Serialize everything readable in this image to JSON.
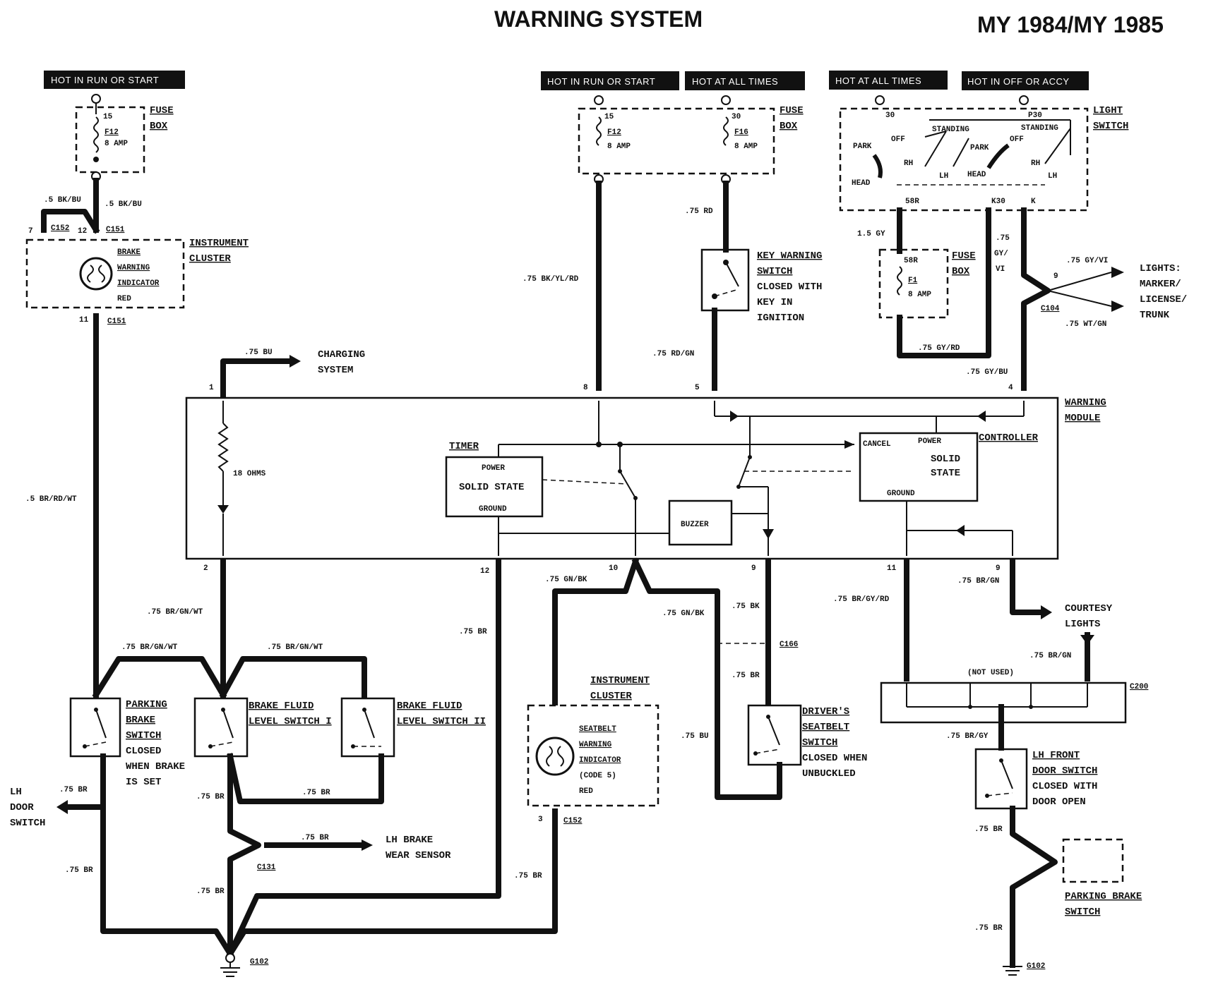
{
  "title": "WARNING SYSTEM",
  "model_year": "MY 1984/MY 1985",
  "power_headers": {
    "left": "HOT IN RUN OR START",
    "mid1": "HOT IN RUN OR START",
    "mid2": "HOT AT ALL TIMES",
    "right1": "HOT AT ALL TIMES",
    "right2": "HOT IN OFF OR ACCY"
  },
  "fuse_box_left": {
    "label1": "FUSE",
    "label2": "BOX",
    "terminal": "15",
    "fuse": "F12",
    "amp": "8 AMP"
  },
  "fuse_box_mid": {
    "label1": "FUSE",
    "label2": "BOX",
    "t1": "15",
    "f1": "F12",
    "a1": "8 AMP",
    "t2": "30",
    "f2": "F16",
    "a2": "8 AMP"
  },
  "light_switch": {
    "label1": "LIGHT",
    "label2": "SWITCH",
    "t30": "30",
    "p30": "P30",
    "park1": "PARK",
    "off1": "OFF",
    "head1": "HEAD",
    "rh1": "RH",
    "lh1": "LH",
    "standing1": "STANDING",
    "park2": "PARK",
    "off2": "OFF",
    "head2": "HEAD",
    "rh2": "RH",
    "lh2": "LH",
    "standing2": "STANDING",
    "t58r": "58R",
    "t30b": "K30",
    "tk": "K"
  },
  "fuse_box_right": {
    "label1": "FUSE",
    "label2": "BOX",
    "terminal": "58R",
    "fuse": "F1",
    "amp": "8 AMP"
  },
  "instrument_cluster_top": {
    "label1": "INSTRUMENT",
    "label2": "CLUSTER",
    "ind1": "BRAKE",
    "ind2": "WARNING",
    "ind3": "INDICATOR",
    "color": "RED"
  },
  "key_warning": {
    "l1": "KEY WARNING",
    "l2": "SWITCH",
    "l3": "CLOSED WITH",
    "l4": "KEY IN",
    "l5": "IGNITION"
  },
  "charging": {
    "l1": "CHARGING",
    "l2": "SYSTEM"
  },
  "lights_marker": {
    "l1": "LIGHTS:",
    "l2": "MARKER/",
    "l3": "LICENSE/",
    "l4": "TRUNK"
  },
  "module": {
    "label1": "WARNING",
    "label2": "MODULE",
    "timer": "TIMER",
    "t_power": "POWER",
    "t_ss": "SOLID STATE",
    "t_ground": "GROUND",
    "controller": "CONTROLLER",
    "c_cancel": "CANCEL",
    "c_power": "POWER",
    "c_solid": "SOLID",
    "c_state": "STATE",
    "c_ground": "GROUND",
    "buzzer": "BUZZER",
    "resistor": "18 OHMS"
  },
  "pins": {
    "p1": "1",
    "p2": "2",
    "p4": "4",
    "p5": "5",
    "p8": "8",
    "p9a": "9",
    "p9b": "9",
    "p10": "10",
    "p11": "11",
    "p12": "12",
    "p9c": "9",
    "p3": "3",
    "p7": "7",
    "p12b": "12",
    "p11b": "11"
  },
  "connectors": {
    "c151a": "C151",
    "c152a": "C152",
    "c151b": "C151",
    "c104": "C104",
    "c166": "C166",
    "c152b": "C152",
    "c131": "C131",
    "c200": "C200",
    "g102a": "G102",
    "g102b": "G102"
  },
  "wires": {
    "w1": ".5 BK/BU",
    "w2": ".5 BK/BU",
    "w3": ".5 BR/RD/WT",
    "w4": ".75 BU",
    "w5": ".75 BK/YL/RD",
    "w6": ".75 RD",
    "w7": ".75 RD/GN",
    "w8": "1.5 GY",
    "w9": ".75",
    "w9b": "GY/",
    "w9c": "VI",
    "w10": ".75 GY/VI",
    "w11": ".75 WT/GN",
    "w12": ".75 GY/RD",
    "w13": ".75 GY/BU",
    "w14": ".75 BR/GN/WT",
    "w15": ".75 BR/GN/WT",
    "w16": ".75 BR/GN/WT",
    "w17": ".75 BR",
    "w18": ".75 GN/BK",
    "w19": ".75 GN/BK",
    "w20": ".75 BK",
    "w21": ".75 BR",
    "w22": ".75 BU",
    "w23": ".75 BR/GY/RD",
    "w24": ".75 BR/GN",
    "w25": ".75 BR/GN",
    "w26": ".75 BR/GY",
    "w27": ".75 BR",
    "w28": ".75 BR",
    "w29": ".75 BR",
    "w30": ".75 BR",
    "w31": ".75 BR",
    "w32": ".75 BR",
    "w33": ".75 BR",
    "w34": ".75 BR",
    "w35": ".75 BR"
  },
  "courtesy": {
    "l1": "COURTESY",
    "l2": "LIGHTS"
  },
  "not_used": "(NOT USED)",
  "parking_brake_sw": {
    "l1": "PARKING",
    "l2": "BRAKE",
    "l3": "SWITCH",
    "l4": "CLOSED",
    "l5": "WHEN BRAKE",
    "l6": "IS SET"
  },
  "brake_fluid_1": {
    "l1": "BRAKE FLUID",
    "l2": "LEVEL SWITCH I"
  },
  "brake_fluid_2": {
    "l1": "BRAKE FLUID",
    "l2": "LEVEL SWITCH II"
  },
  "lh_door": {
    "l1": "LH",
    "l2": "DOOR",
    "l3": "SWITCH"
  },
  "lh_brake_wear": {
    "l1": "LH BRAKE",
    "l2": "WEAR SENSOR"
  },
  "instrument_cluster_bottom": {
    "label1": "INSTRUMENT",
    "label2": "CLUSTER",
    "i1": "SEATBELT",
    "i2": "WARNING",
    "i3": "INDICATOR",
    "i4": "(CODE 5)",
    "i5": "RED"
  },
  "drivers_seatbelt": {
    "l1": "DRIVER'S",
    "l2": "SEATBELT",
    "l3": "SWITCH",
    "l4": "CLOSED WHEN",
    "l5": "UNBUCKLED"
  },
  "lh_front_door": {
    "l1": "LH FRONT",
    "l2": "DOOR SWITCH",
    "l3": "CLOSED WITH",
    "l4": "DOOR OPEN"
  },
  "parking_brake_switch_r": {
    "l1": "PARKING BRAKE",
    "l2": "SWITCH"
  }
}
